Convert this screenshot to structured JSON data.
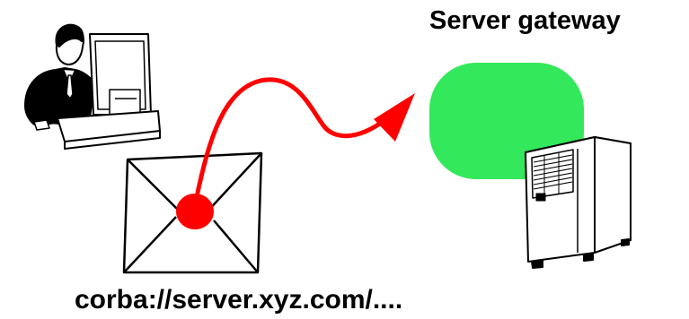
{
  "diagram": {
    "server_title": "Server gateway",
    "url_caption": "corba://server.xyz.com/....",
    "colors": {
      "gateway_fill": "#33e85a",
      "arrow": "#ff0000",
      "seal": "#ff0000",
      "line": "#000000",
      "background": "#ffffff"
    },
    "icons": [
      "user-at-computer-icon",
      "envelope-icon",
      "wax-seal-icon",
      "curved-arrow-icon",
      "gateway-blob",
      "server-tower-icon"
    ]
  }
}
